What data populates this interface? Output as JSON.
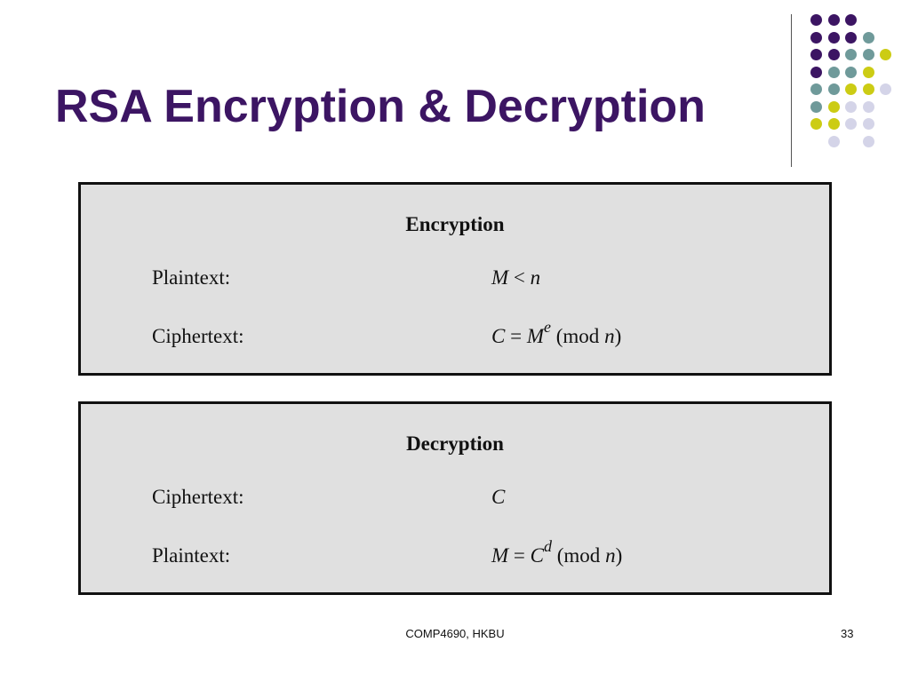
{
  "slide": {
    "title": "RSA Encryption & Decryption",
    "footer": "COMP4690,  HKBU",
    "page_number": "33"
  },
  "encryption": {
    "heading": "Encryption",
    "rows": [
      {
        "label": "Plaintext:",
        "lhs": "M",
        "op": " < ",
        "var": "n"
      },
      {
        "label": "Ciphertext:",
        "lhs": "C",
        "op": " = ",
        "base": "M",
        "exp": "e",
        "mod_text": " (mod ",
        "mod_var": "n",
        "close": ")"
      }
    ]
  },
  "decryption": {
    "heading": "Decryption",
    "rows": [
      {
        "label": "Ciphertext:",
        "lhs": "C"
      },
      {
        "label": "Plaintext:",
        "lhs": "M",
        "op": " = ",
        "base": "C",
        "exp": "d",
        "mod_text": " (mod ",
        "mod_var": "n",
        "close": ")"
      }
    ]
  },
  "colors": {
    "title": "#3c1563",
    "purple": "#3c1563",
    "teal": "#6f9a9a",
    "yellow": "#cccc14",
    "lavender": "#d4d4e8"
  }
}
